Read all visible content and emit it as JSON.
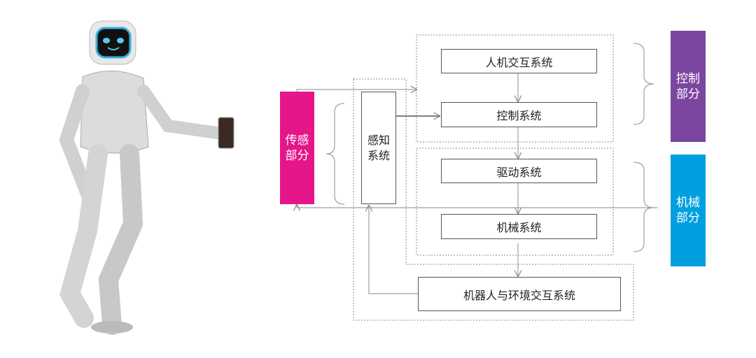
{
  "colors": {
    "sensing": "#e4168a",
    "control": "#7b46a0",
    "mechanical": "#00a0e0"
  },
  "labels": {
    "sensing_part": "传感\n部分",
    "control_part": "控制\n部分",
    "mechanical_part": "机械\n部分",
    "perception_system": "感知\n系统",
    "hci_system": "人机交互系统",
    "control_system": "控制系统",
    "drive_system": "驱动系统",
    "mechanical_system": "机械系统",
    "env_interaction_system": "机器人与环境交互系统"
  },
  "robot_image": "humanoid-robot-icon"
}
